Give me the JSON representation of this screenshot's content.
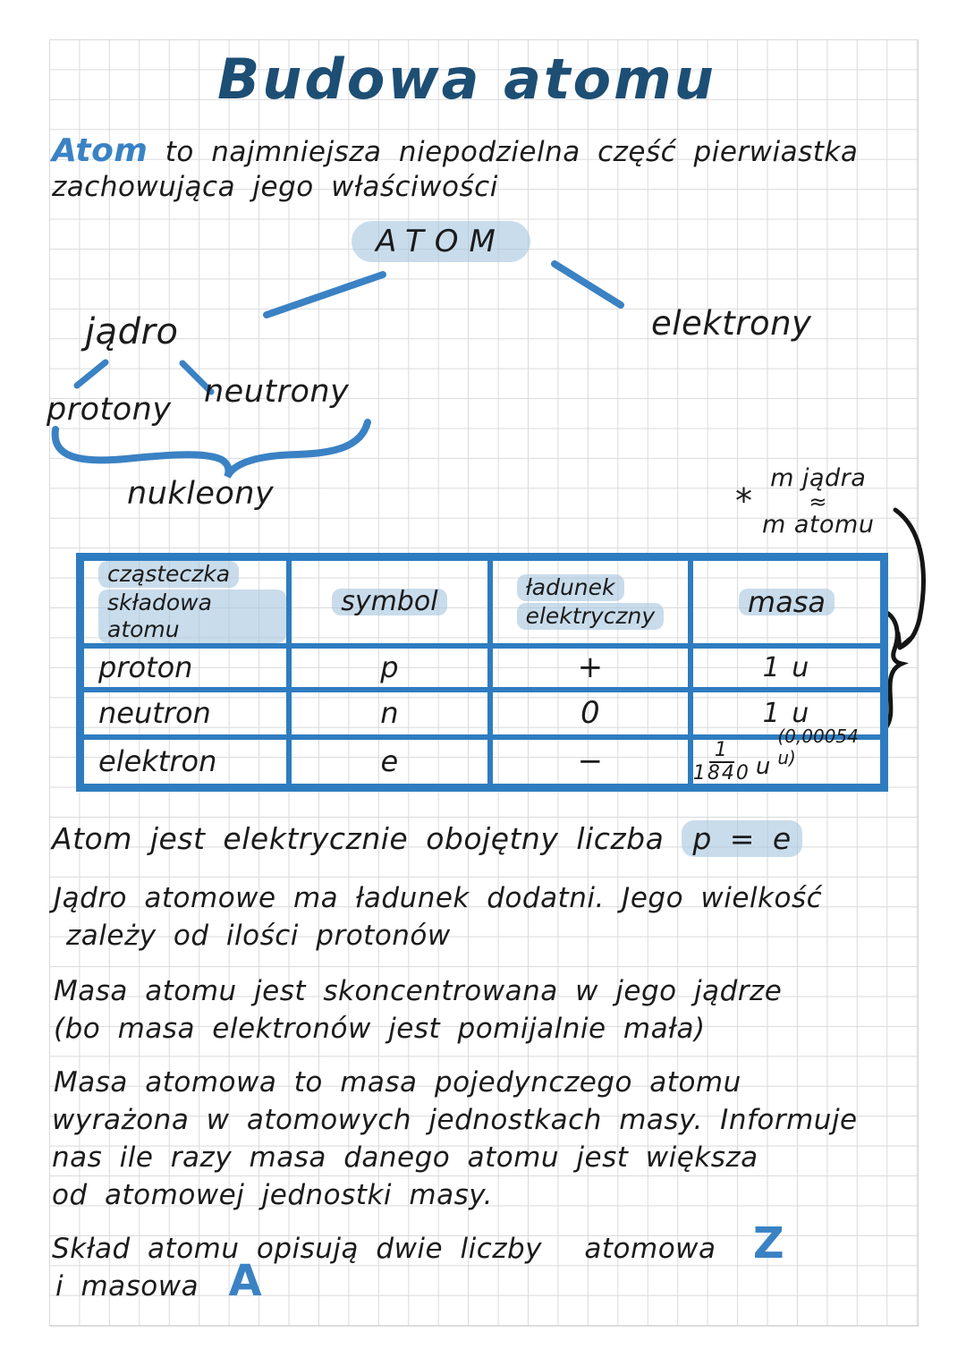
{
  "page": {
    "title": "Budowa atomu"
  },
  "colors": {
    "title_ink": "#1d4e74",
    "blue_ink": "#3a82c4",
    "table_border": "#2e7cc0",
    "highlight": "#a8c6de",
    "text_ink": "#1b1b1b",
    "grid_line": "#dadadd"
  },
  "intro": {
    "lead_word": "Atom",
    "line1_rest": "to najmniejsza niepodzielna część pierwiastka",
    "line2": "zachowująca jego właściwości"
  },
  "diagram": {
    "root": "ATOM",
    "nucleus": "jądro",
    "electrons": "elektrony",
    "protons": "protony",
    "neutrons": "neutrony",
    "nucleons": "nukleony",
    "mass_note": {
      "star": "*",
      "line1": "m jądra",
      "approx": "≈",
      "line2": "m atomu"
    }
  },
  "table": {
    "headers": {
      "col1_line1": "cząsteczka",
      "col1_line2": "składowa atomu",
      "col2": "symbol",
      "col3_line1": "ładunek",
      "col3_line2": "elektryczny",
      "col4": "masa"
    },
    "rows": [
      {
        "name": "proton",
        "symbol": "p",
        "charge": "+",
        "mass": "1 u"
      },
      {
        "name": "neutron",
        "symbol": "n",
        "charge": "0",
        "mass": "1 u"
      },
      {
        "name": "elektron",
        "symbol": "e",
        "charge": "−",
        "mass_num": "1",
        "mass_den": "1840",
        "mass_unit": "u",
        "mass_alt": "(0,00054 u)"
      }
    ]
  },
  "notes": {
    "p1": {
      "pre": "Atom jest elektrycznie obojętny liczba",
      "highlight": "p = e"
    },
    "p2": {
      "line1": "Jądro atomowe ma ładunek dodatni. Jego wielkość",
      "line2": "zależy od ilości protonów"
    },
    "p3": {
      "line1": "Masa atomu jest skoncentrowana w jego jądrze",
      "line2": "(bo masa elektronów jest pomijalnie mała)"
    },
    "p4": {
      "line1": "Masa atomowa to masa pojedynczego atomu",
      "line2": "wyrażona w atomowych jednostkach masy. Informuje",
      "line3": "nas ile razy masa danego atomu jest większa",
      "line4": "od atomowej jednostki masy."
    },
    "p5": {
      "line1_pre": "Skład atomu opisują dwie liczby",
      "line1_word": "atomowa",
      "atomic_letter": "Z",
      "line2_pre": "i masowa",
      "mass_letter": "A"
    }
  }
}
